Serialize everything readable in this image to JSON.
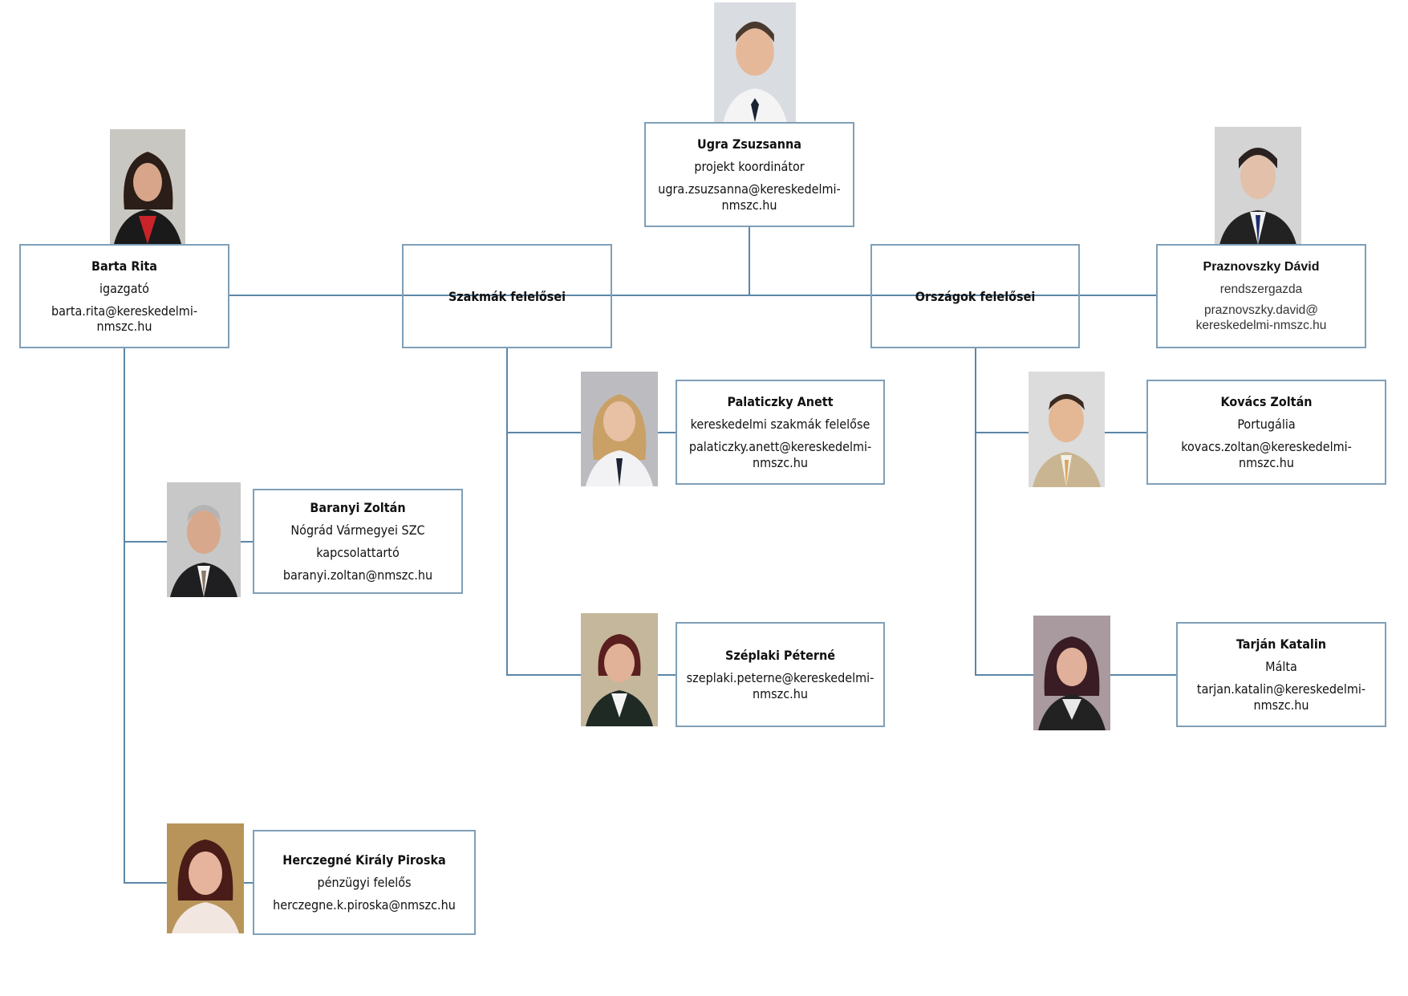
{
  "title": "Szervezeti ábra",
  "groups": {
    "szakmak": "Szakmák felelősei",
    "orszagok": "Országok felelősei"
  },
  "people": {
    "ugra": {
      "name": "Ugra Zsuzsanna",
      "role": "projekt koordinátor",
      "email1": "ugra.zsuzsanna@kereskedelmi-",
      "email2": "nmszc.hu"
    },
    "barta": {
      "name": "Barta Rita",
      "role": "igazgató",
      "email1": "barta.rita@kereskedelmi-",
      "email2": "nmszc.hu"
    },
    "praznovszky": {
      "name": "Praznovszky Dávid",
      "role": "rendszergazda",
      "email1": "praznovszky.david@",
      "email2": "kereskedelmi-nmszc.hu"
    },
    "palaticzky": {
      "name": "Palaticzky Anett",
      "role": "kereskedelmi szakmák felelőse",
      "email1": "palaticzky.anett@kereskedelmi-",
      "email2": "nmszc.hu"
    },
    "szeplaki": {
      "name": "Széplaki Péterné",
      "email1": "szeplaki.peterne@kereskedelmi-",
      "email2": "nmszc.hu"
    },
    "kovacs": {
      "name": "Kovács Zoltán",
      "role": "Portugália",
      "email1": "kovacs.zoltan@kereskedelmi-",
      "email2": "nmszc.hu"
    },
    "tarjan": {
      "name": "Tarján Katalin",
      "role": "Málta",
      "email1": "tarjan.katalin@kereskedelmi-",
      "email2": "nmszc.hu"
    },
    "baranyi": {
      "name": "Baranyi Zoltán",
      "role": "Nógrád Vármegyei SZC",
      "role2": "kapcsolattartó",
      "email1": "baranyi.zoltan@nmszc.hu"
    },
    "herczegne": {
      "name": "Herczegné Király Piroska",
      "role": "pénzügyi felelős",
      "email1": "herczegne.k.piroska@nmszc.hu"
    }
  },
  "colors": {
    "line": "#5b86a8",
    "border": "#7f9fb8"
  }
}
